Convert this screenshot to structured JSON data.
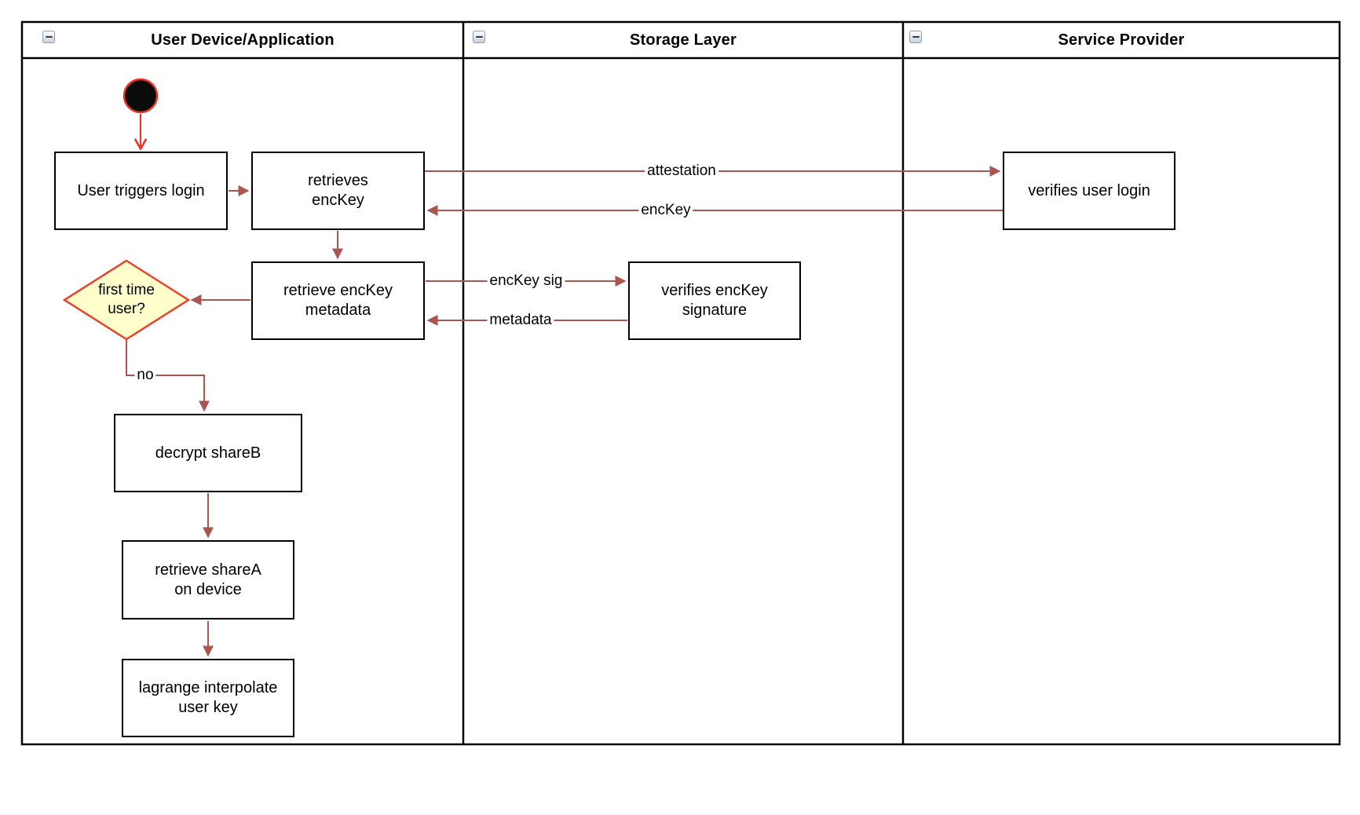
{
  "diagram": {
    "lanes": [
      {
        "title": "User Device/Application"
      },
      {
        "title": "Storage Layer"
      },
      {
        "title": "Service Provider"
      }
    ],
    "nodes": {
      "user_triggers_login": "User triggers login",
      "retrieves_enckey": "retrieves\nencKey",
      "verifies_user_login": "verifies user login",
      "retrieve_enckey_metadata": "retrieve encKey\nmetadata",
      "verifies_enckey_signature": "verifies encKey\nsignature",
      "first_time_user": "first time\nuser?",
      "decrypt_shareb": "decrypt shareB",
      "retrieve_sharea": "retrieve shareA\non device",
      "lagrange_interpolate": "lagrange interpolate\nuser key"
    },
    "edge_labels": {
      "attestation": "attestation",
      "enckey": "encKey",
      "enckey_sig": "encKey sig",
      "metadata": "metadata",
      "no": "no"
    },
    "colors": {
      "edge": "#aa5550",
      "start": "#ed3325",
      "diamond_fill": "#ffffcc",
      "diamond_border": "#e8432d",
      "node_border": "#000000"
    }
  }
}
